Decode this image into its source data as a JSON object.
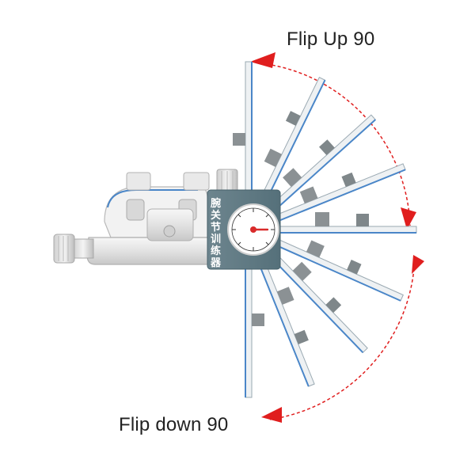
{
  "labels": {
    "flip_up": "Flip Up 90",
    "flip_down": "Flip down 90"
  },
  "device": {
    "vertical_text": [
      "腕",
      "关",
      "节",
      "训",
      "练",
      "器"
    ]
  },
  "colors": {
    "arrow": "#e01e1e",
    "panel": "#5f7780",
    "plate_edge": "#4a86c8",
    "metal": "#e4e4e4",
    "bracket": "#7f878a"
  },
  "icons": [
    "arrow-up-icon",
    "arrow-down-icon",
    "gauge-dial-icon"
  ]
}
